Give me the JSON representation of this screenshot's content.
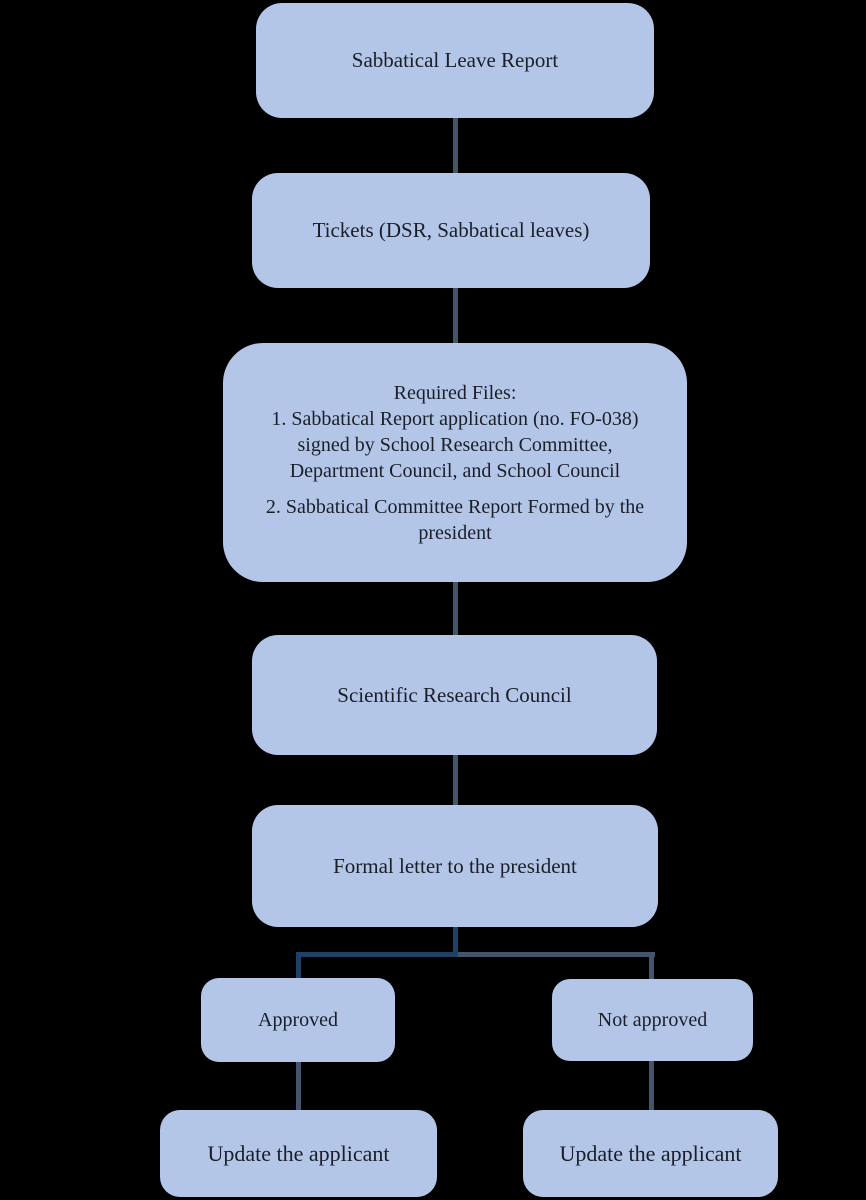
{
  "diagram": {
    "title": "Sabbatical Leave Report flowchart",
    "colors": {
      "background": "#000000",
      "node_fill": "#b4c6e7",
      "text": "#1a1e28",
      "connector_navy": "#1d4265",
      "connector_slate": "#44546a"
    },
    "nodes": {
      "sabbatical_leave_report": {
        "label": "Sabbatical Leave Report"
      },
      "tickets": {
        "label": "Tickets (DSR, Sabbatical leaves)"
      },
      "required_files": {
        "lines": [
          "Required Files:",
          "1. Sabbatical Report application (no. FO-038)",
          "signed by School Research Committee,",
          "Department Council, and School Council",
          "2. Sabbatical Committee Report Formed by the",
          "president"
        ]
      },
      "scientific_research_council": {
        "label": "Scientific Research Council"
      },
      "formal_letter": {
        "label": "Formal letter to the president"
      },
      "approved": {
        "label": "Approved"
      },
      "not_approved": {
        "label": "Not approved"
      },
      "update_applicant_left": {
        "label": "Update the applicant"
      },
      "update_applicant_right": {
        "label": "Update the applicant"
      }
    }
  }
}
